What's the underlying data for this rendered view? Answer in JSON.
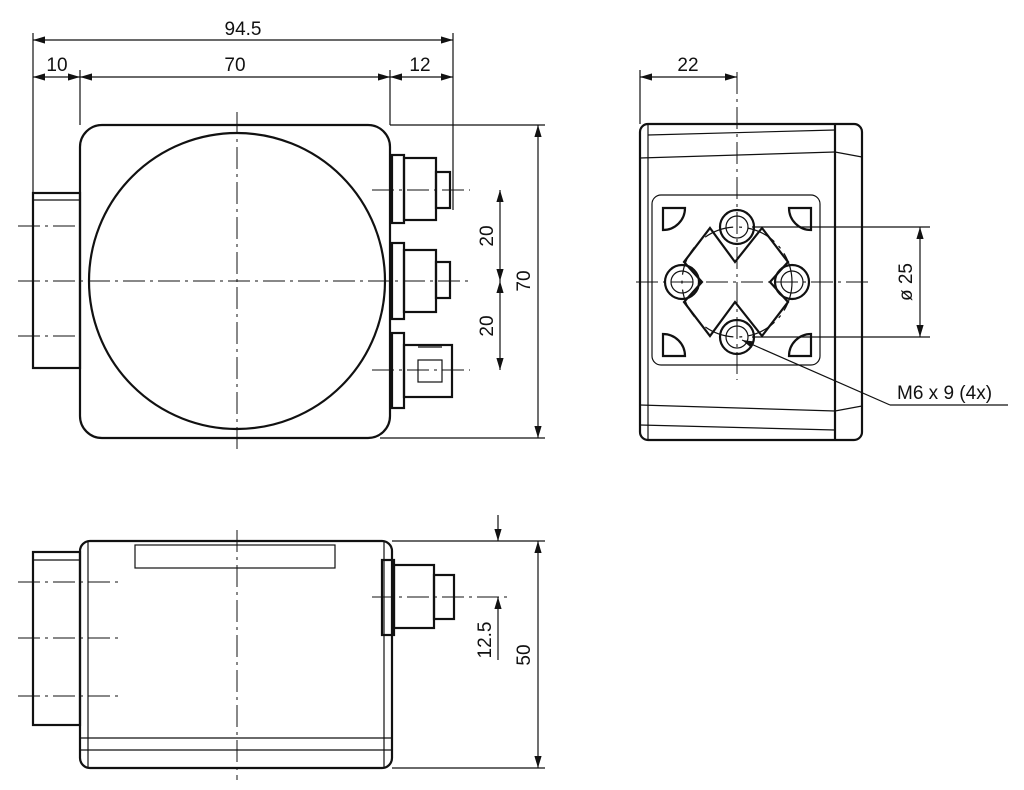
{
  "dimensions": {
    "overall_width": "94.5",
    "left_stub": "10",
    "body_width": "70",
    "connector_depth": "12",
    "connector_pitch_top": "20",
    "connector_pitch_bottom": "20",
    "body_height": "70",
    "side_offset": "22",
    "bolt_circle": "ø 25",
    "thread_callout": "M6 x 9 (4x)",
    "connector_offset": "12.5",
    "body_depth": "50"
  }
}
